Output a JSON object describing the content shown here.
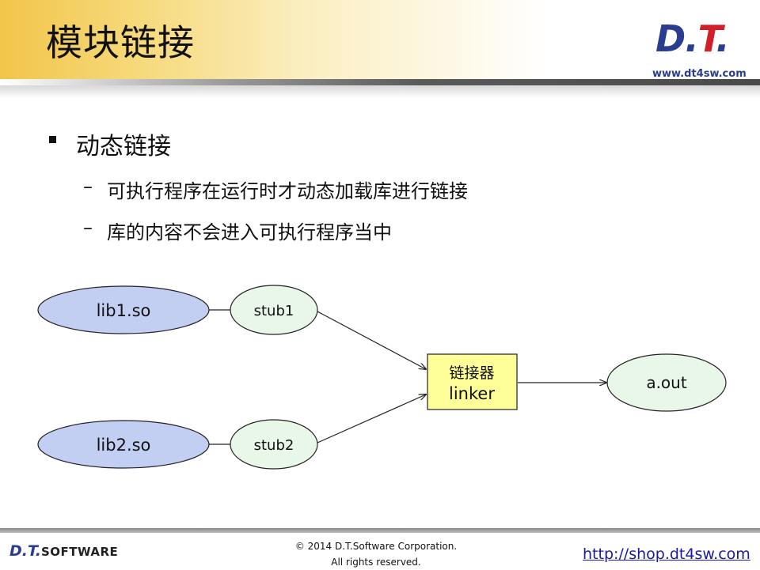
{
  "header": {
    "title": "模块链接",
    "logo_d": "D",
    "logo_dot1": ".",
    "logo_t": "T",
    "logo_dot2": ".",
    "url": "www.dt4sw.com"
  },
  "content": {
    "bullet": "动态链接",
    "sub_bullets": [
      "可执行程序在运行时才动态加载库进行链接",
      "库的内容不会进入可执行程序当中"
    ],
    "dash": "–"
  },
  "diagram": {
    "lib1": "lib1.so",
    "lib2": "lib2.so",
    "stub1": "stub1",
    "stub2": "stub2",
    "linker_cn": "链接器",
    "linker_en": "linker",
    "output": "a.out",
    "colors": {
      "lib_fill": "#c3cff2",
      "stub_fill": "#e9f7e9",
      "linker_fill": "#ffff99",
      "output_fill": "#e9f7e9"
    }
  },
  "footer": {
    "logo_main": "D.T.",
    "logo_software": "SOFTWARE",
    "copyright_line1": "© 2014 D.T.Software Corporation.",
    "copyright_line2": "All rights reserved.",
    "shop_url": "http://shop.dt4sw.com"
  }
}
